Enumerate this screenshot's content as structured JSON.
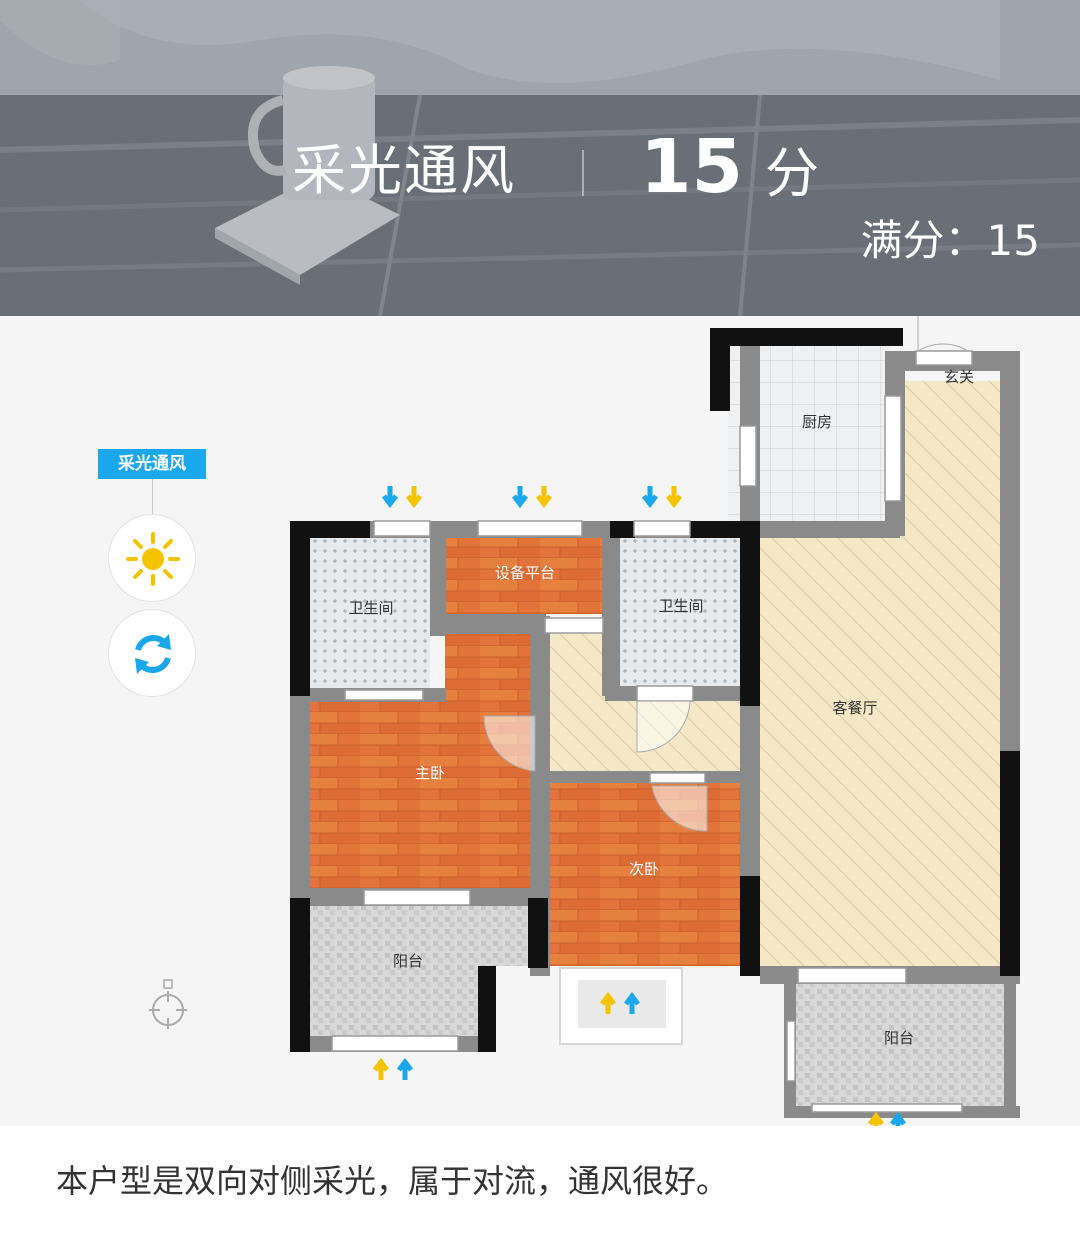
{
  "header": {
    "title": "采光通风",
    "score_value": "15",
    "score_unit": "分",
    "full_score": "满分：15"
  },
  "side_panel": {
    "tag_label": "采光通风",
    "sun_button_icon": "sun-icon",
    "refresh_button_icon": "refresh-icon",
    "locate_icon": "crosshair-icon"
  },
  "floorplan": {
    "rooms": {
      "kitchen": "厨房",
      "entrance": "玄关",
      "bathroom_left": "卫生间",
      "equipment_platform": "设备平台",
      "bathroom_right": "卫生间",
      "living_dining": "客餐厅",
      "master_bedroom": "主卧",
      "second_bedroom": "次卧",
      "balcony_left": "阳台",
      "balcony_right": "阳台"
    }
  },
  "description": "本户型是双向对侧采光，属于对流，通风很好。",
  "colors": {
    "accent": "#1aa7ec",
    "sun": "#f5c400",
    "wood_floor": "#e0733a",
    "living_floor": "#f4e8c6",
    "tile_floor": "#e4e9ec",
    "wall": "#8a8a8a",
    "arrow_blue": "#1aa7ec",
    "arrow_yellow": "#f5c400"
  }
}
